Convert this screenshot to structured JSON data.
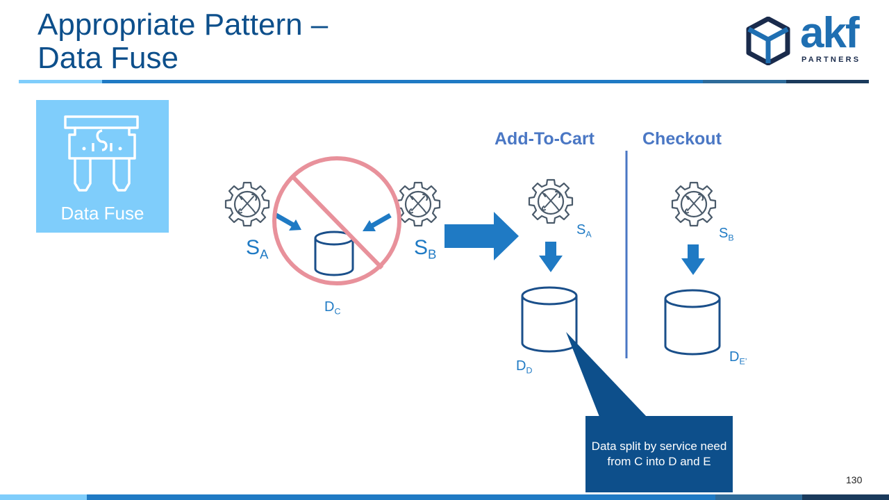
{
  "title": {
    "line1": "Appropriate Pattern –",
    "line2": "Data Fuse"
  },
  "logo": {
    "word": "akf",
    "sub": "PARTNERS"
  },
  "fuse_card": {
    "label": "Data Fuse",
    "icon": "fuse-icon"
  },
  "left": {
    "sa": {
      "main": "S",
      "sub": "A"
    },
    "sb": {
      "main": "S",
      "sub": "B"
    },
    "dc": {
      "main": "D",
      "sub": "C"
    },
    "prohibited_icon": "no-sign-icon"
  },
  "add_to_cart": {
    "heading": "Add-To-Cart",
    "sa": {
      "main": "S",
      "sub": "A"
    },
    "dd": {
      "main": "D",
      "sub": "D"
    }
  },
  "checkout": {
    "heading": "Checkout",
    "sb": {
      "main": "S",
      "sub": "B"
    },
    "de": {
      "main": "D",
      "sub": "E’"
    }
  },
  "callout": {
    "text": "Data split by service need from C into D and E"
  },
  "page_number": "130",
  "colors": {
    "title": "#0d4f8b",
    "accent": "#1f7ac4",
    "heading": "#4a77c4",
    "forbidden": "#e8919b",
    "card": "#7fcdfb",
    "callout": "#0d4f8b"
  }
}
